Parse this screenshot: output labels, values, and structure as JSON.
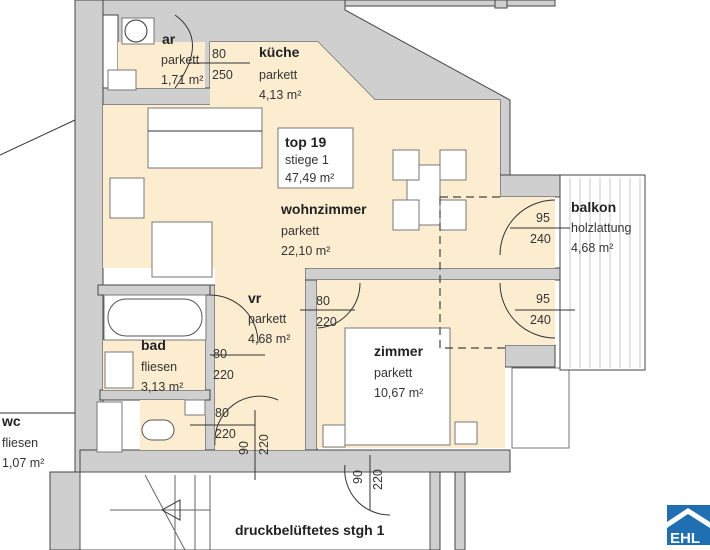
{
  "rooms": {
    "ar": {
      "name": "ar",
      "floor": "parkett",
      "area": "1,71 m²"
    },
    "kueche": {
      "name": "küche",
      "floor": "parkett",
      "area": "4,13 m²"
    },
    "wohnzimmer": {
      "name": "wohnzimmer",
      "floor": "parkett",
      "area": "22,10 m²"
    },
    "balkon": {
      "name": "balkon",
      "floor": "holzlattung",
      "area": "4,68 m²"
    },
    "vr": {
      "name": "vr",
      "floor": "parkett",
      "area": "4,68 m²"
    },
    "bad": {
      "name": "bad",
      "floor": "fliesen",
      "area": "3,13 m²"
    },
    "zimmer": {
      "name": "zimmer",
      "floor": "parkett",
      "area": "10,67 m²"
    },
    "wc": {
      "name": "wc",
      "floor": "fliesen",
      "area": "1,07 m²"
    },
    "stairwell": {
      "name": "druckbelüftetes stgh 1"
    }
  },
  "unit": {
    "title": "top 19",
    "stair": "stiege 1",
    "area": "47,49 m²"
  },
  "doors": {
    "ar": {
      "w": "80",
      "h": "250"
    },
    "vr_zimmer": {
      "w": "80",
      "h": "220"
    },
    "bad": {
      "w": "80",
      "h": "220"
    },
    "wc": {
      "w": "80",
      "h": "220"
    },
    "entry": {
      "w": "90",
      "h": "220"
    },
    "stair_door": {
      "w": "90",
      "h": "220"
    },
    "balkon_1": {
      "w": "95",
      "h": "240"
    },
    "balkon_2": {
      "w": "95",
      "h": "240"
    }
  },
  "logo": {
    "text": "EHL",
    "color": "#1f6fb2"
  }
}
